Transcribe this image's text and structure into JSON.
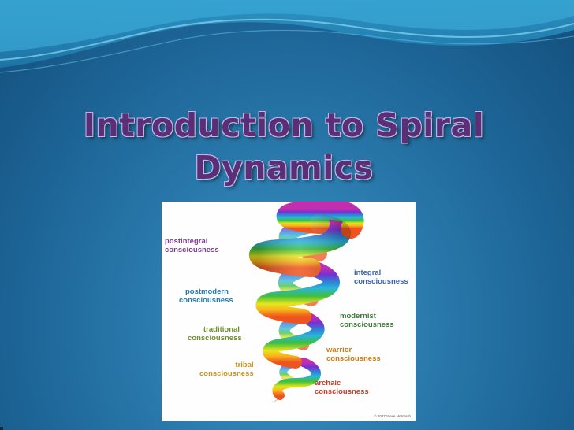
{
  "slide": {
    "title_line1": "Introduction to Spiral",
    "title_line2": "Dynamics"
  },
  "diagram": {
    "labels": [
      {
        "key": "postintegral",
        "line1": "postintegral",
        "line2": "consciousness",
        "color": "#7a3f8f"
      },
      {
        "key": "integral",
        "line1": "integral",
        "line2": "consciousness",
        "color": "#3c63a8"
      },
      {
        "key": "postmodern",
        "line1": "postmodern",
        "line2": "consciousness",
        "color": "#1f7bb0"
      },
      {
        "key": "modernist",
        "line1": "modernist",
        "line2": "consciousness",
        "color": "#3c7a38"
      },
      {
        "key": "traditional",
        "line1": "traditional",
        "line2": "consciousness",
        "color": "#6f8f2a"
      },
      {
        "key": "warrior",
        "line1": "warrior",
        "line2": "consciousness",
        "color": "#d17a12"
      },
      {
        "key": "tribal",
        "line1": "tribal",
        "line2": "consciousness",
        "color": "#c8941a"
      },
      {
        "key": "archaic",
        "line1": "archaic",
        "line2": "consciousness",
        "color": "#c2402a"
      }
    ],
    "copyright": "© 2007 Steve McIntosh"
  },
  "colors": {
    "background": "#2a7aad",
    "title": "#5a2e78",
    "spiral": [
      "#f0541e",
      "#f7b51b",
      "#e6e51f",
      "#3fbf3a",
      "#29b6d8",
      "#2f7fd6",
      "#7a2fd0",
      "#c02fb0"
    ]
  }
}
